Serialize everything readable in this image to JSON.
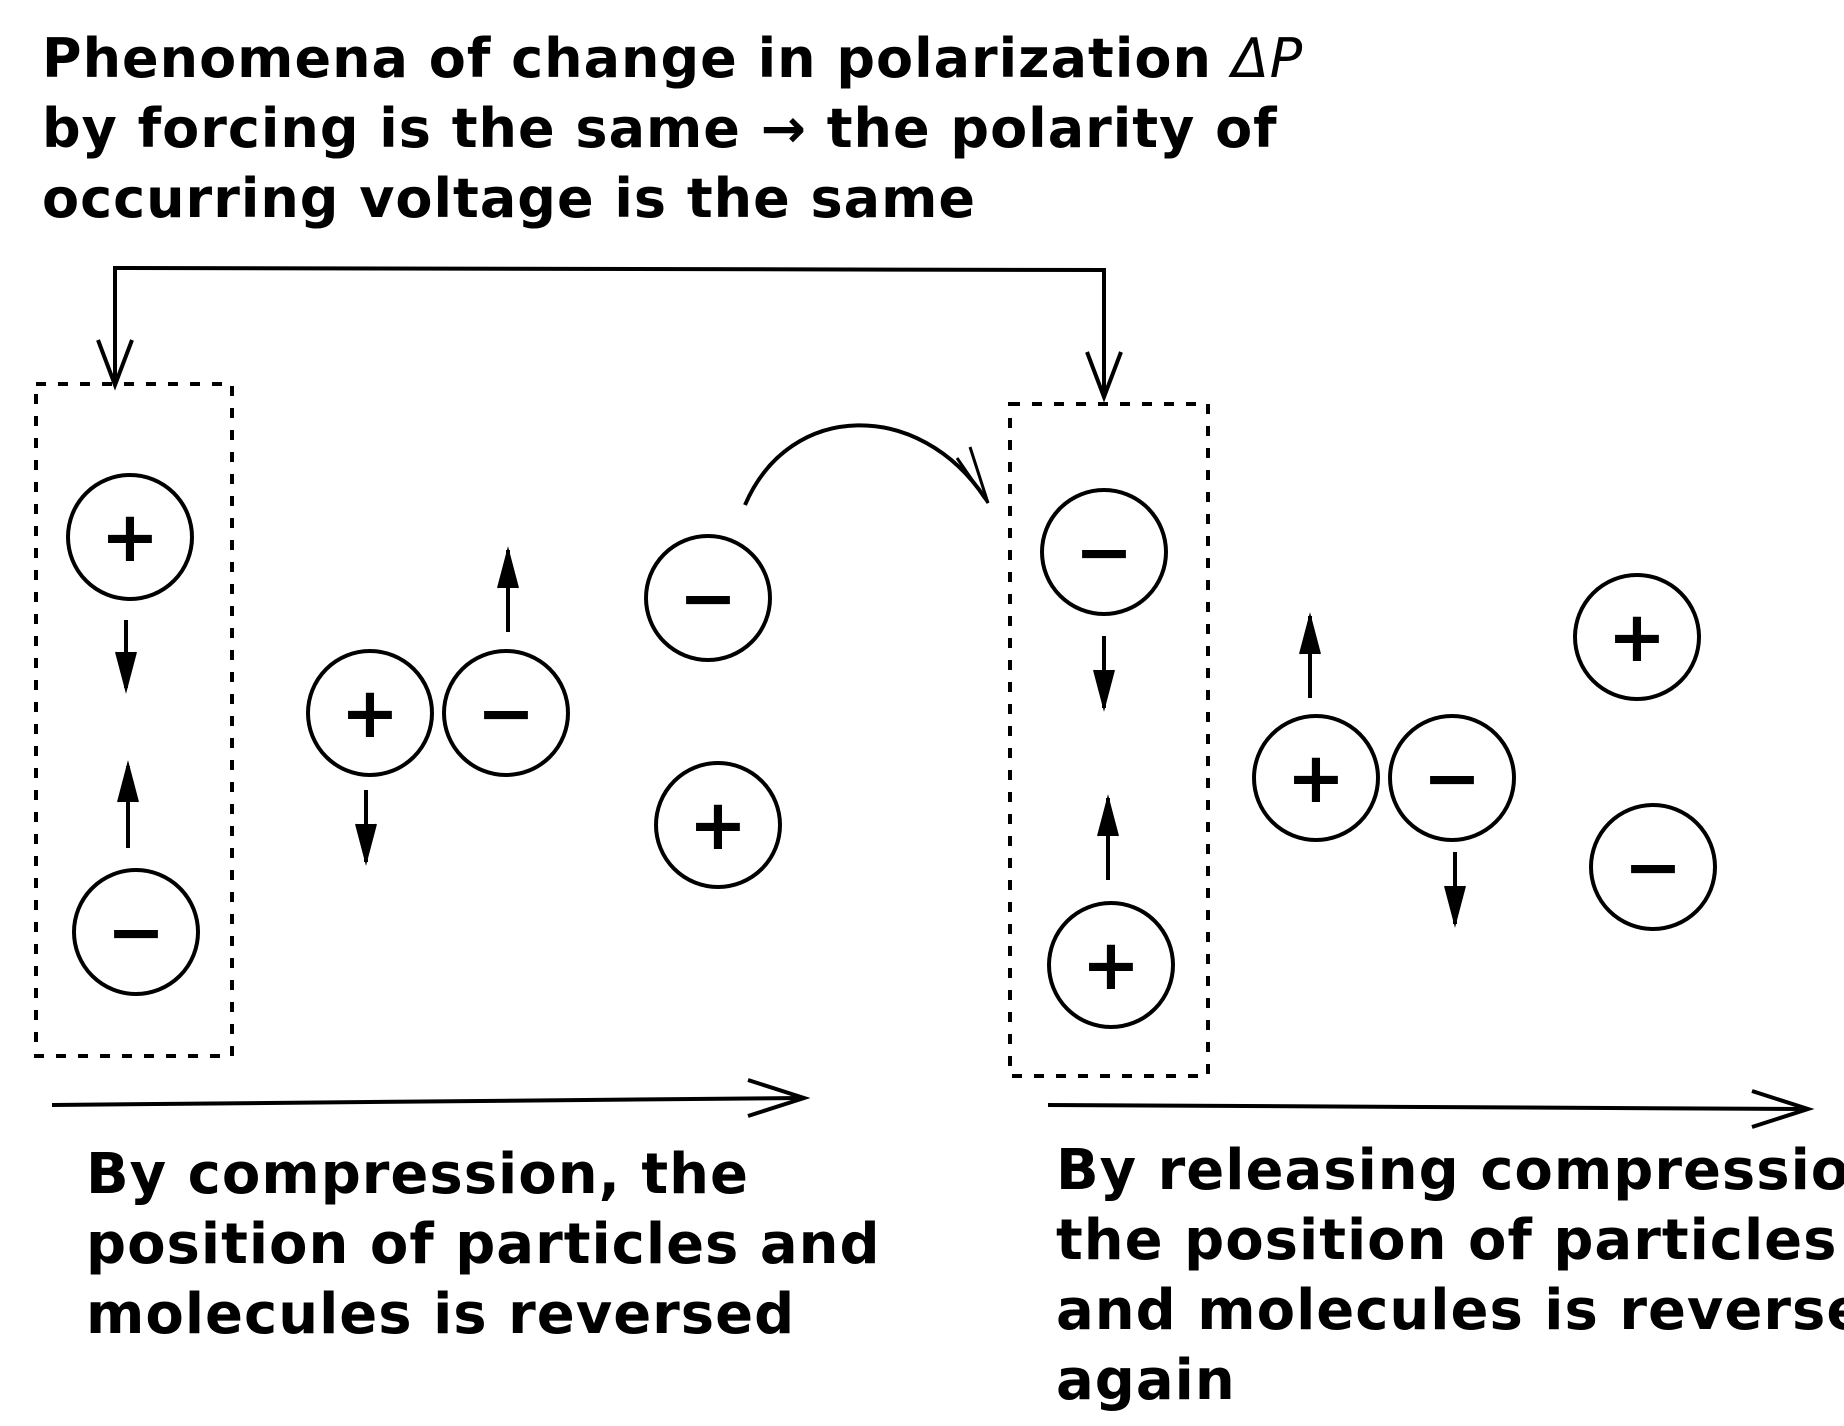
{
  "title": {
    "line1_text": "Phenomena of change in polarization ",
    "line1_symbol": "ΔP",
    "line2": "by forcing is the same → the polarity of",
    "line3": "occurring voltage is the same"
  },
  "left_caption": {
    "line1": "By compression, the",
    "line2": "position of particles and",
    "line3": "molecules is reversed"
  },
  "right_caption": {
    "line1": "By releasing compression,",
    "line2": "the position of particles",
    "line3": "and molecules is reversed",
    "line4": "again"
  },
  "particles": [
    {
      "id": "left-box-top",
      "sign": "+"
    },
    {
      "id": "left-box-bottom",
      "sign": "−"
    },
    {
      "id": "left-pair-plus",
      "sign": "+"
    },
    {
      "id": "left-pair-minus",
      "sign": "−"
    },
    {
      "id": "middle-top",
      "sign": "−"
    },
    {
      "id": "middle-bottom",
      "sign": "+"
    },
    {
      "id": "right-box-top",
      "sign": "−"
    },
    {
      "id": "right-box-bottom",
      "sign": "+"
    },
    {
      "id": "right-pair-plus",
      "sign": "+"
    },
    {
      "id": "right-pair-minus",
      "sign": "−"
    },
    {
      "id": "far-right-top",
      "sign": "+"
    },
    {
      "id": "far-right-bottom",
      "sign": "−"
    }
  ],
  "colors": {
    "ink": "#000000",
    "background": "#ffffff"
  }
}
